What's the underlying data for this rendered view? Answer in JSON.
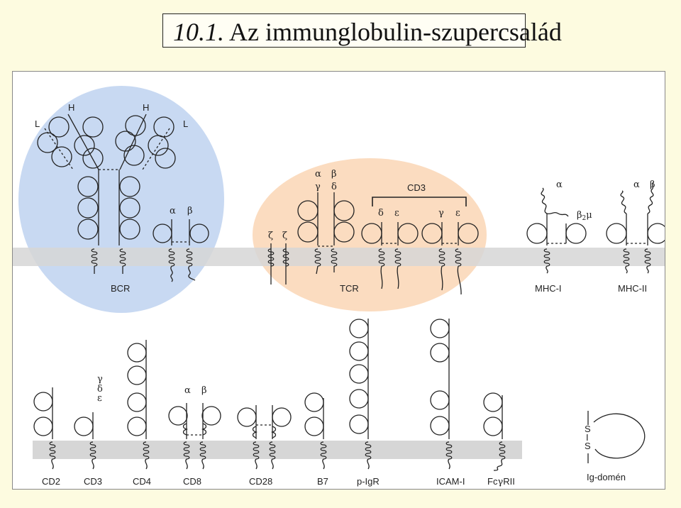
{
  "title": {
    "number": "10.1.",
    "text": "Az immunglobulin-szupercsalád"
  },
  "top_receptors": {
    "bcr": {
      "label": "BCR",
      "heavy_left": "H",
      "heavy_right": "H",
      "light_left": "L",
      "light_right": "L",
      "alpha": "α",
      "beta": "β"
    },
    "tcr": {
      "label": "TCR",
      "zeta1": "ζ",
      "zeta2": "ζ",
      "alpha": "α",
      "gamma": "γ",
      "beta": "β",
      "delta": "δ",
      "cd3_label": "CD3",
      "cd3_delta": "δ",
      "cd3_eps1": "ε",
      "cd3_gamma": "γ",
      "cd3_eps2": "ε"
    },
    "mhc1": {
      "label": "MHC-I",
      "alpha": "α",
      "b2m": "β",
      "b2m_sub": "2",
      "b2m_mu": "μ"
    },
    "mhc2": {
      "label": "MHC-II",
      "alpha": "α",
      "beta": "β"
    }
  },
  "bottom_molecules": {
    "cd2": "CD2",
    "cd3": "CD3",
    "cd3_gamma": "γ",
    "cd3_delta": "δ",
    "cd3_eps": "ε",
    "cd4": "CD4",
    "cd8": "CD8",
    "cd8_alpha": "α",
    "cd8_beta": "β",
    "cd28": "CD28",
    "b7": "B7",
    "pigr": "p-IgR",
    "icam": "ICAM-I",
    "fcgr_pre": "Fc",
    "fcgr_g": "γ",
    "fcgr_post": "RII"
  },
  "legend": {
    "s1": "S",
    "bar": "I",
    "s2": "S",
    "label": "Ig-domén"
  },
  "colors": {
    "bcr_region": "#c8d9f2",
    "tcr_region": "#fbdcc0",
    "membrane": "#d6d6d6",
    "line": "#222222"
  }
}
